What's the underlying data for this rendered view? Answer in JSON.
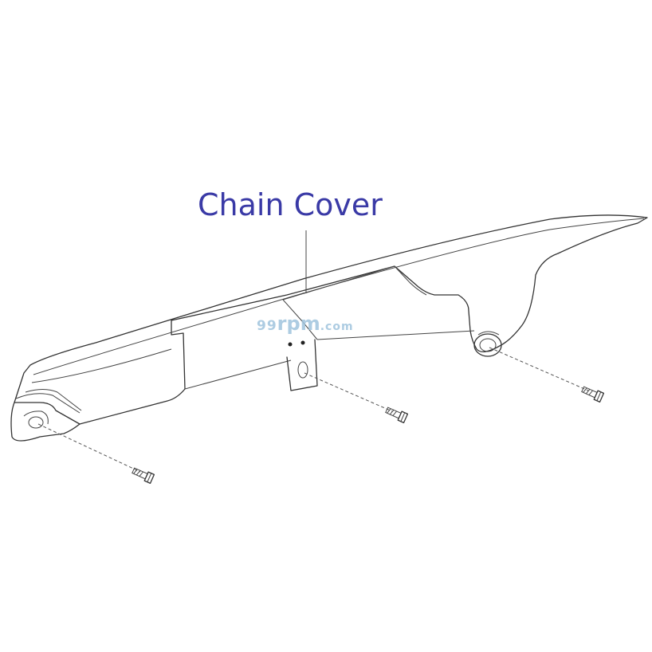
{
  "callout": {
    "label": "Chain Cover"
  },
  "watermark": {
    "part_a": "99",
    "part_b": "rpm",
    "part_c": ".com"
  },
  "colors": {
    "label": "#3a3aa6",
    "watermark": "#9fc4dd",
    "line": "#333333"
  },
  "parts": [
    "chain-cover",
    "front-bolt",
    "middle-bolt",
    "rear-bolt"
  ]
}
